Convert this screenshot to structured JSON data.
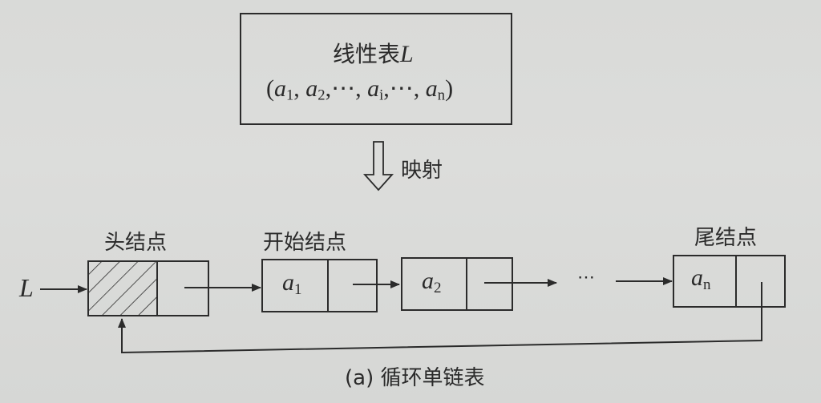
{
  "linear_list": {
    "title_cn": "线性表",
    "title_var": "L",
    "seq": {
      "open": "(",
      "items": [
        {
          "base": "a",
          "sub": "1"
        },
        {
          "base": "a",
          "sub": "2"
        },
        {
          "base": "a",
          "sub": "i"
        },
        {
          "base": "a",
          "sub": "n"
        }
      ],
      "ellipsis": "⋯",
      "sep": ", ",
      "close": ")"
    }
  },
  "mapping": {
    "label": "映射",
    "icon": "hollow-down-arrow"
  },
  "list_pointer": {
    "label": "L"
  },
  "nodes": {
    "head": {
      "label": "头结点"
    },
    "first": {
      "label": "开始结点",
      "value_base": "a",
      "value_sub": "1"
    },
    "second": {
      "value_base": "a",
      "value_sub": "2"
    },
    "ellipsis": "⋯",
    "tail": {
      "label": "尾结点",
      "value_base": "a",
      "value_sub": "n"
    }
  },
  "caption": "(a) 循环单链表",
  "colors": {
    "ink": "#2b2b2b",
    "paper": "#dadbd9"
  }
}
